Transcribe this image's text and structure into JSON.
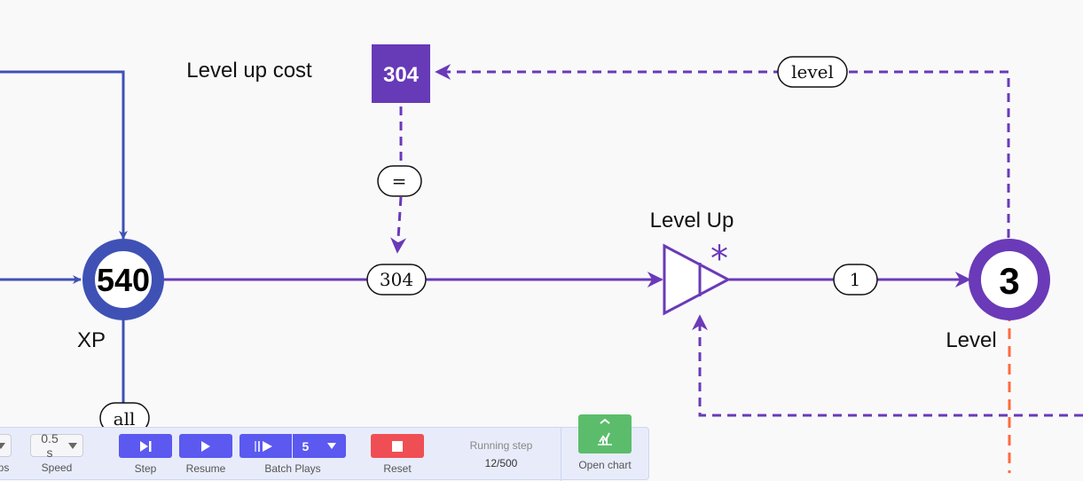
{
  "diagram": {
    "pools": {
      "xp": {
        "value": "540",
        "label": "XP",
        "color": "#3f51b5"
      },
      "level": {
        "value": "3",
        "label": "Level",
        "color": "#6a3ab8"
      }
    },
    "register": {
      "value": "304",
      "label": "Level up cost",
      "color": "#673ab7"
    },
    "converter": {
      "label": "Level Up",
      "trigger_mark": "*"
    },
    "edge_labels": {
      "register_formula": "=",
      "flow_cost": "304",
      "level_output": "1",
      "level_feedback": "level",
      "xp_drain": "all"
    },
    "colors": {
      "xp_flow": "#3f51b5",
      "state": "#6a3ab8",
      "orange": "#ff6a3d"
    }
  },
  "toolbar": {
    "steps_label": "Steps",
    "speed_value": "0.5 s",
    "speed_label": "Speed",
    "step_label": "Step",
    "resume_label": "Resume",
    "batch_count": "5",
    "batch_label": "Batch Plays",
    "reset_label": "Reset",
    "running_title": "Running step",
    "running_value": "12/500",
    "open_chart_label": "Open chart"
  }
}
